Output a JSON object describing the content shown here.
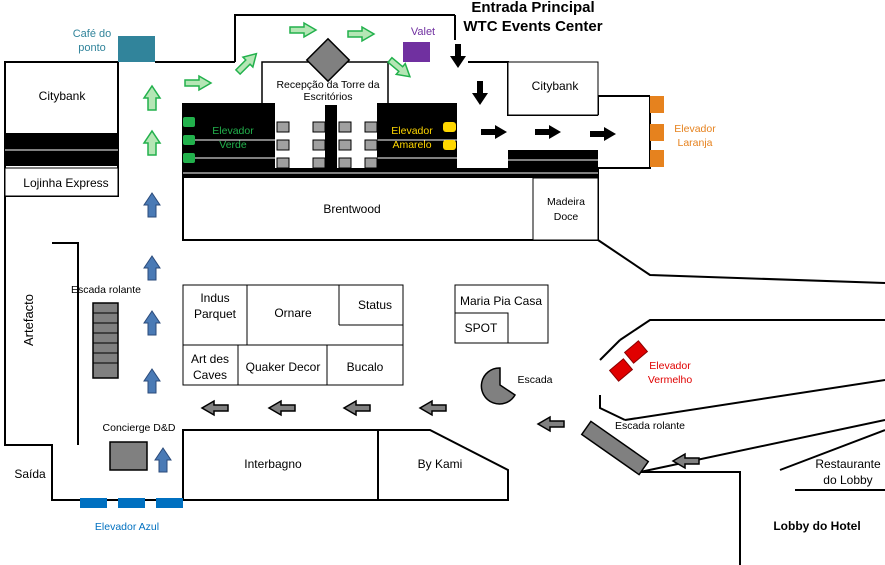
{
  "title": {
    "line1": "Entrada Principal",
    "line2": "WTC Events Center"
  },
  "colors": {
    "green": "#22b14c",
    "green_fill": "#b5e6b5",
    "blue": "#4a7ab5",
    "blue_elevator": "#0070c0",
    "yellow": "#ffd700",
    "orange": "#e6821e",
    "red": "#e00000",
    "purple": "#7030a0",
    "teal": "#31849b",
    "gray": "#808080"
  },
  "labels": {
    "cafe": "Café do ponto",
    "cafe_line1": "Café do",
    "cafe_line2": "ponto",
    "valet": "Valet",
    "citybank_left": "Citybank",
    "citybank_right": "Citybank",
    "lojinha": "Lojinha Express",
    "artefacto": "Artefacto",
    "escada_rolante_left": "Escada rolante",
    "concierge": "Concierge D&D",
    "saida": "Saída",
    "elevador_azul": "Elevador Azul",
    "recepcao_line1": "Recepção da Torre  da",
    "recepcao_line2": "Escritórios",
    "elevador_verde_line1": "Elevador",
    "elevador_verde_line2": "Verde",
    "elevador_amarelo_line1": "Elevador",
    "elevador_amarelo_line2": "Amarelo",
    "elevador_laranja_line1": "Elevador",
    "elevador_laranja_line2": "Laranja",
    "brentwood": "Brentwood",
    "madeira_line1": "Madeira",
    "madeira_line2": "Doce",
    "indus_line1": "Indus",
    "indus_line2": "Parquet",
    "ornare": "Ornare",
    "status": "Status",
    "art_line1": "Art des",
    "art_line2": "Caves",
    "quaker": "Quaker Decor",
    "bucalo": "Bucalo",
    "maria_pia": "Maria Pia Casa",
    "spot": "SPOT",
    "escada": "Escada",
    "elevador_vermelho_line1": "Elevador",
    "elevador_vermelho_line2": "Vermelho",
    "escada_rolante_right": "Escada rolante",
    "interbagno": "Interbagno",
    "by_kami": "By Kami",
    "restaurante_line1": "Restaurante",
    "restaurante_line2": "do Lobby",
    "lobby": "Lobby do Hotel"
  }
}
